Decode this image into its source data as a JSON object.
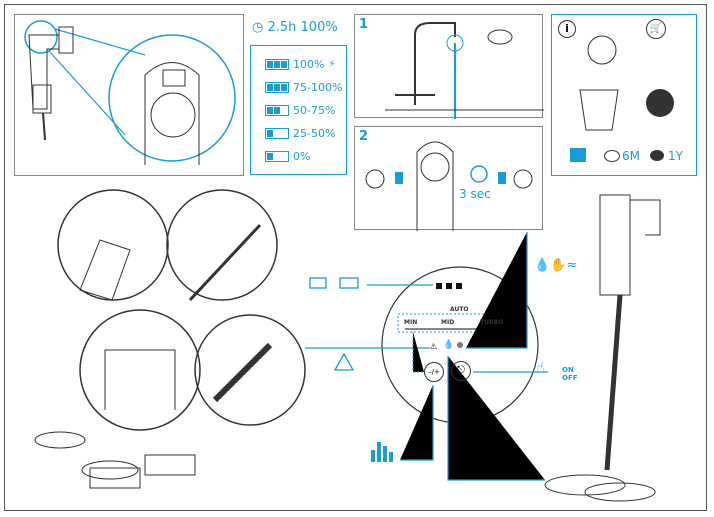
{
  "accent_color": "#1a9cd8",
  "charge": {
    "time_label": "2.5h 100%",
    "icon": "clock-icon"
  },
  "battery_levels": [
    {
      "label": "100%",
      "icon": "battery-full-blinking-charging-icon"
    },
    {
      "label": "75-100%",
      "icon": "battery-3-bars-icon"
    },
    {
      "label": "50-75%",
      "icon": "battery-2-bars-icon"
    },
    {
      "label": "25-50%",
      "icon": "battery-1-bar-icon"
    },
    {
      "label": "0%",
      "icon": "battery-empty-blinking-icon"
    }
  ],
  "step1": {
    "number": "1"
  },
  "step2": {
    "number": "2",
    "duration": "3 sec"
  },
  "maintenance": {
    "info_icon": "i",
    "filter_interval": "6M",
    "sponge_interval": "1Y"
  },
  "control_panel": {
    "mode_top": "AUTO",
    "modes": [
      "MIN",
      "MID",
      "TURBO"
    ],
    "minus_plus": "–/+",
    "on_off": [
      "ON",
      "OFF"
    ]
  }
}
